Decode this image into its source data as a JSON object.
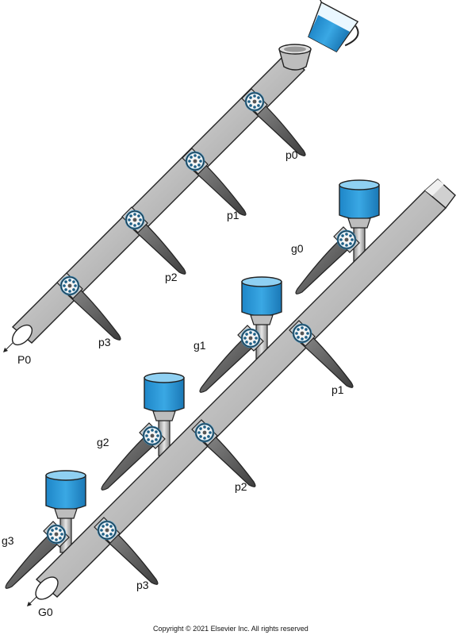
{
  "top_pipe": {
    "outlet_label": "P0",
    "valve_labels": [
      "p0",
      "p1",
      "p2",
      "p3"
    ]
  },
  "bottom_pipe": {
    "outlet_label": "G0",
    "valve_labels": [
      "p1",
      "p2",
      "p3"
    ],
    "gate_labels": [
      "g0",
      "g1",
      "g2",
      "g3"
    ]
  },
  "copyright": "Copyright © 2021 Elsevier Inc. All rights reserved",
  "colors": {
    "water": "#2e9ad6",
    "water_light": "#8fd0f2",
    "metal": "#b8b8b8",
    "metal_light": "#e8e8e8",
    "metal_dark": "#6f6f6f",
    "valve_ring": "#2e7fae",
    "handle": "#5a5a5a"
  }
}
